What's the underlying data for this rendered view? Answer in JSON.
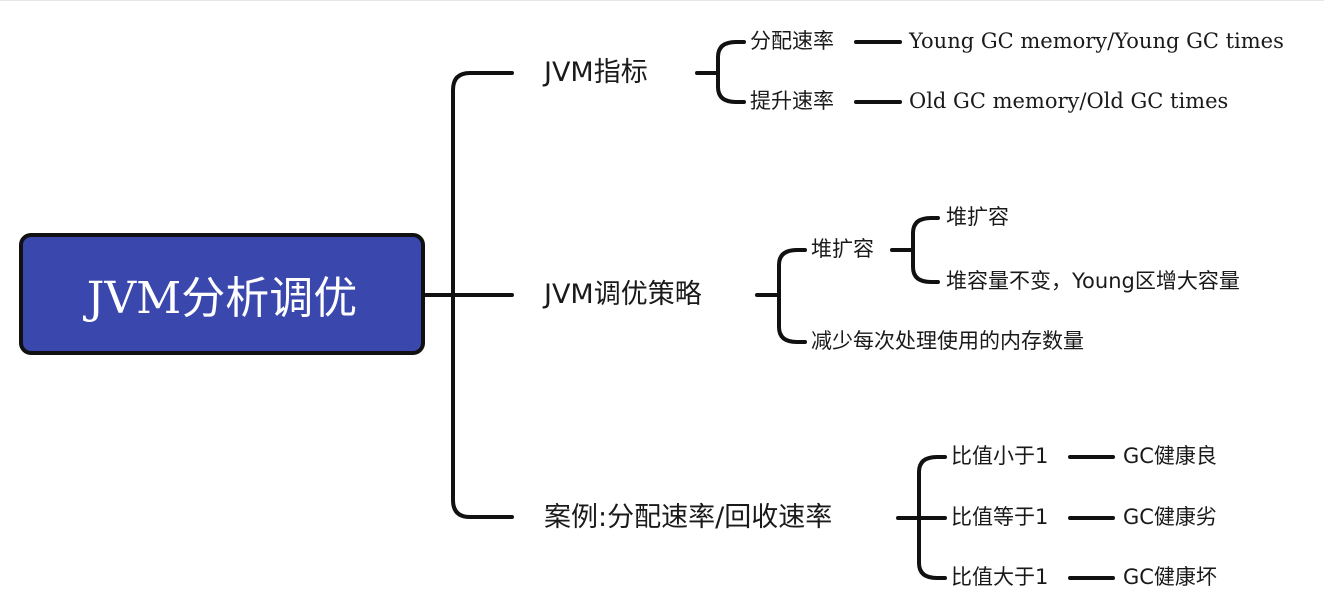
{
  "root": {
    "label": "JVM分析调优"
  },
  "branches": [
    {
      "label": "JVM指标",
      "children": [
        {
          "label": "分配速率",
          "detail": "Young GC memory/Young GC times"
        },
        {
          "label": "提升速率",
          "detail": "Old GC memory/Old GC times"
        }
      ]
    },
    {
      "label": "JVM调优策略",
      "children": [
        {
          "label": "堆扩容",
          "children": [
            {
              "label": "堆扩容"
            },
            {
              "label": "堆容量不变，Young区增大容量"
            }
          ]
        },
        {
          "label": "减少每次处理使用的内存数量"
        }
      ]
    },
    {
      "label": "案例:分配速率/回收速率",
      "children": [
        {
          "label": "比值小于1",
          "detail": "GC健康良"
        },
        {
          "label": "比值等于1",
          "detail": "GC健康劣"
        },
        {
          "label": "比值大于1",
          "detail": "GC健康坏"
        }
      ]
    }
  ],
  "colors": {
    "root_fill": "#3a48ad",
    "root_text": "#ffffff",
    "line": "#111111",
    "text": "#1a1a1a"
  }
}
